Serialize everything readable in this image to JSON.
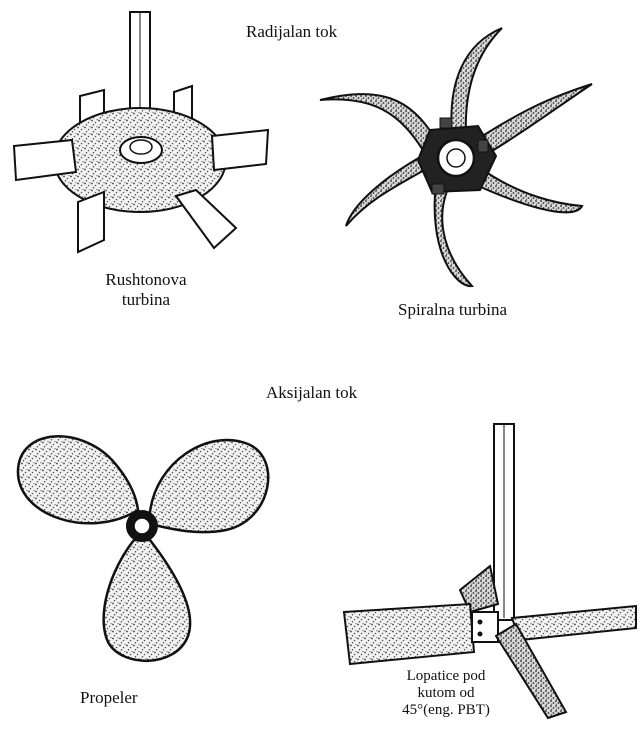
{
  "sections": {
    "radial_heading": "Radijalan tok",
    "axial_heading": "Aksijalan tok"
  },
  "impellers": {
    "rushton": {
      "line1": "Rushtonova",
      "line2": "turbina"
    },
    "spiral": {
      "label": "Spiralna turbina"
    },
    "propeller": {
      "label": "Propeler"
    },
    "pbt": {
      "line1": "Lopatice pod",
      "line2": "kutom od",
      "line3": "45°(eng. PBT)"
    }
  },
  "colors": {
    "ink": "#111111",
    "paper": "#ffffff",
    "stipple": "#8a8a8a"
  }
}
